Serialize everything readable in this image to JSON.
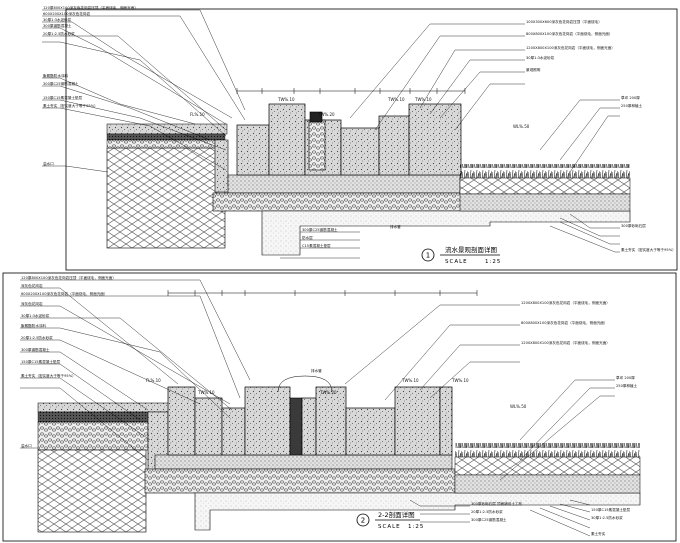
{
  "sections": [
    {
      "number": "1",
      "title": "流水景观剖面详图",
      "scale_label": "SCALE",
      "scale_value": "1:25",
      "levels": [
        "FL%.10",
        "TW%.10",
        "TW%.20",
        "TW%.10",
        "TW%.10",
        "WL%.50"
      ],
      "callouts_left": [
        "120厚800X100深灰色花岗岩压顶（平面烧毛，侧面光面）",
        "600X200X100深灰色花岗岩",
        "30厚1:3水泥砂浆",
        "300厚钢筋混凝土",
        "20厚1:2.5防水砂浆",
        "聚氨酯防水涂料",
        "300厚C25钢筋混凝土",
        "150厚C15素混凝土垫层",
        "素土夯实（密实度大于等于95%）"
      ],
      "callouts_right": [
        "100X300X600深灰色花岗岩压顶（平面烧毛）",
        "800X800X100深灰色花岗岩（平面烧毛，侧面光面）",
        "1200X800X100深灰色花岗岩（平面烧毛，侧面光面）",
        "30厚1:3水泥砂浆",
        "景观照明",
        "草坪 200厚",
        "250厚种植土",
        "300厚砂砾石层",
        "素土夯实（密实度大于等于95%）"
      ],
      "bottom_notes": [
        "300厚C25钢筋混凝土",
        "防水层",
        "C15素混凝土垫层"
      ],
      "misc": [
        "溢水口",
        "排水管"
      ]
    },
    {
      "number": "2",
      "title": "2-2剖面详图",
      "scale_label": "SCALE",
      "scale_value": "1:25",
      "levels": [
        "FL%.10",
        "TW%.10",
        "TW%.20",
        "TW%.10",
        "TW%.10",
        "WL%.50"
      ],
      "callouts_left": [
        "120厚800X100深灰色花岗岩压顶（平面烧毛，侧面光面）",
        "深灰色花岗岩",
        "600X200X100深灰色花岗岩（平面烧毛，侧面光面）",
        "深灰色花岗岩",
        "30厚1:3水泥砂浆",
        "聚氨酯防水涂料",
        "20厚1:2.5防水砂浆",
        "300厚钢筋混凝土",
        "150厚C15素混凝土垫层",
        "素土夯实（密实度大于等于95%）"
      ],
      "callouts_right": [
        "1200X800X100深灰色花岗岩（平面烧毛，侧面光面）",
        "800X800X100深灰色花岗岩（平面烧毛，侧面光面）",
        "1200X800X100深灰色花岗岩（平面烧毛，侧面光面）",
        "草坪 200厚",
        "250厚种植土",
        "300厚砂砾石层 顶面铺设土工布",
        "20厚1:2.5防水砂浆",
        "300厚C25钢筋混凝土",
        "150厚C15素混凝土垫层",
        "30厚1:2.5防水砂浆",
        "素土夯实"
      ],
      "misc": [
        "溢水口",
        "排水管"
      ]
    }
  ]
}
